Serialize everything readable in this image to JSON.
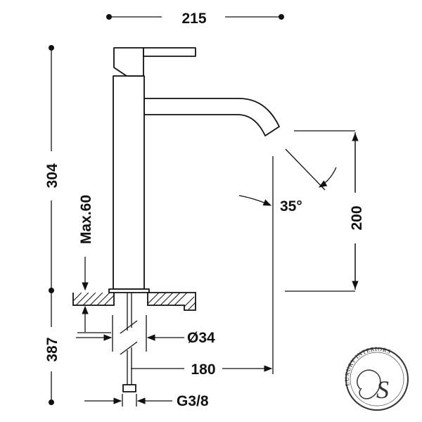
{
  "dimensions": {
    "width_top": "215",
    "total_height": "304",
    "max_height": "Max.60",
    "spout_height": "200",
    "angle": "35°",
    "diameter": "Ø34",
    "reach": "180",
    "thread": "G3/8",
    "hose_length": "387"
  },
  "logo": {
    "text": "LUXURY INTERIORS",
    "mark": "S"
  }
}
